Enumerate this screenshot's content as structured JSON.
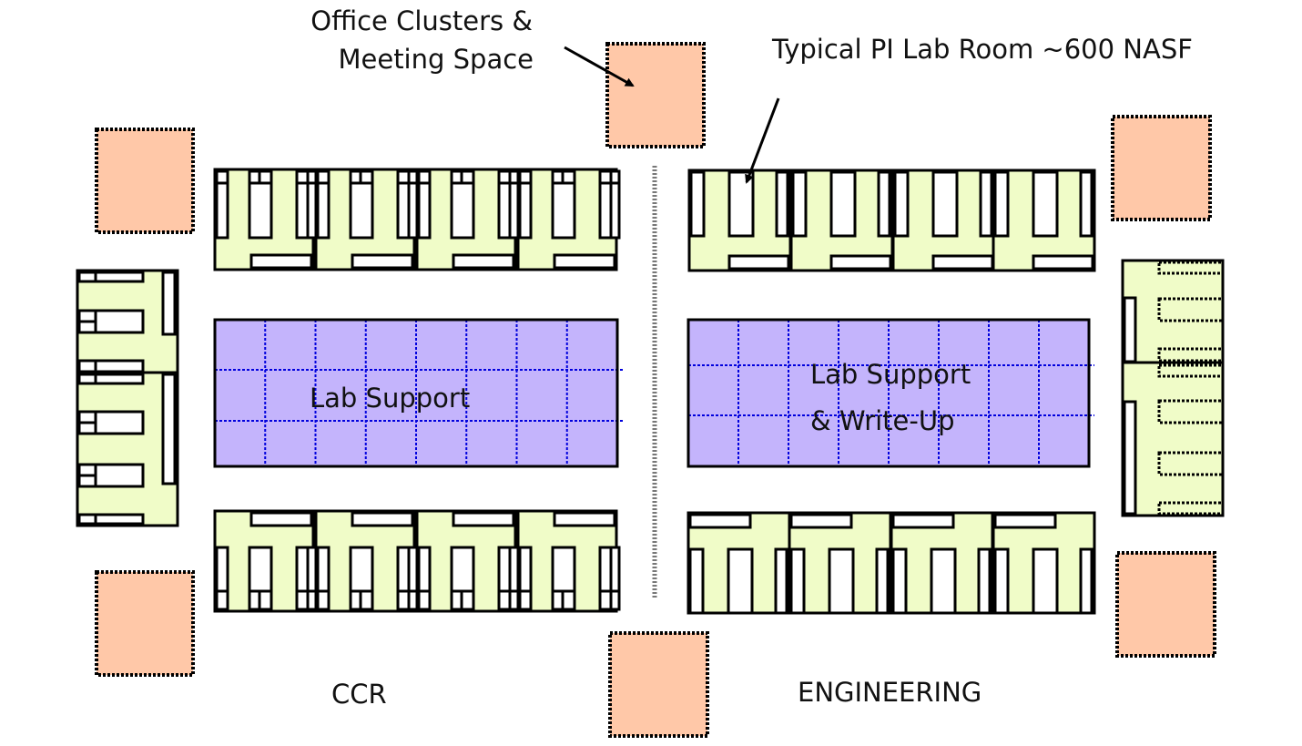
{
  "labels": {
    "office_clusters_line1": "Office Clusters &",
    "office_clusters_line2": "Meeting Space",
    "typical_lab": "Typical PI Lab Room ~600 NASF",
    "lab_support_left": "Lab Support",
    "lab_support_right_line1": "Lab Support",
    "lab_support_right_line2": "& Write-Up",
    "ccr": "CCR",
    "engineering": "ENGINEERING"
  },
  "colors": {
    "lab_fill": "#f0fcc8",
    "support_fill": "#c4b4fc",
    "support_grid": "#0000dd",
    "office_fill": "#ffc8a8",
    "outline": "#000000",
    "spine": "#777777"
  },
  "zones": [
    "CCR",
    "ENGINEERING"
  ],
  "counts": {
    "ccr_top_lab_modules": 4,
    "ccr_bottom_lab_modules": 4,
    "eng_top_lab_modules": 4,
    "eng_bottom_lab_modules": 4,
    "west_wing_lab_modules": 2,
    "east_wing_lab_modules": 2,
    "office_cluster_blocks": 6
  }
}
